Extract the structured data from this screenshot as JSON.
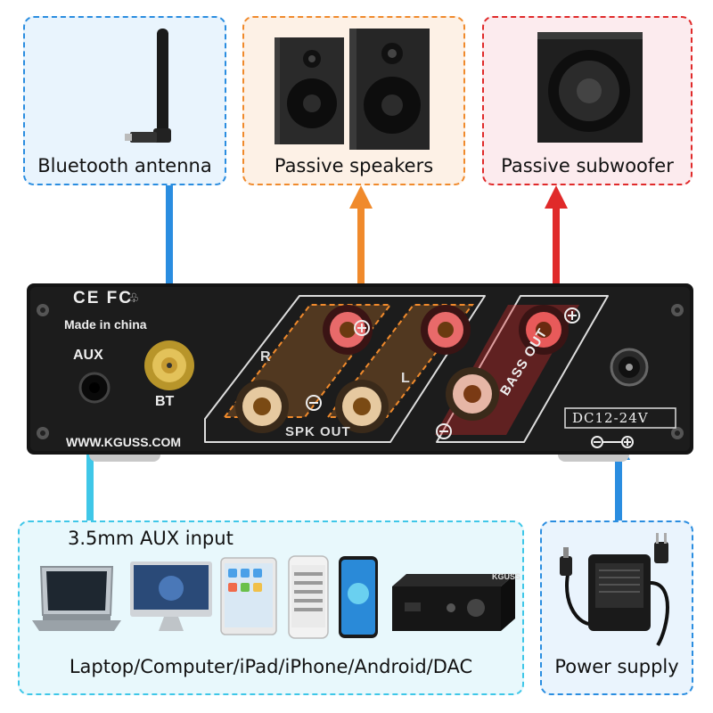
{
  "top_boxes": {
    "antenna": {
      "label": "Bluetooth antenna",
      "icon": "bluetooth-antenna-icon",
      "color": "#2a8de0"
    },
    "speakers": {
      "label": "Passive speakers",
      "icon": "bookshelf-speakers-icon",
      "color": "#f08a2c"
    },
    "subwoofer": {
      "label": "Passive subwoofer",
      "icon": "subwoofer-icon",
      "color": "#e02a2a"
    }
  },
  "amplifier": {
    "certifications": "CE FC",
    "origin": "Made in china",
    "aux_label": "AUX",
    "bt_label": "BT",
    "website": "WWW.KGUSS.COM",
    "channel_r": "R",
    "channel_l": "L",
    "spk_out": "SPK OUT",
    "bass_out": "BASS OUT",
    "dc_label": "DC12-24V"
  },
  "bottom_boxes": {
    "aux_input": {
      "title": "3.5mm AUX input",
      "devices_label": "Laptop/Computer/iPad/iPhone/Android/DAC",
      "color": "#3fc7e8"
    },
    "power": {
      "label": "Power supply",
      "color": "#2a8de0"
    }
  },
  "dac_brand": "KGUSS"
}
